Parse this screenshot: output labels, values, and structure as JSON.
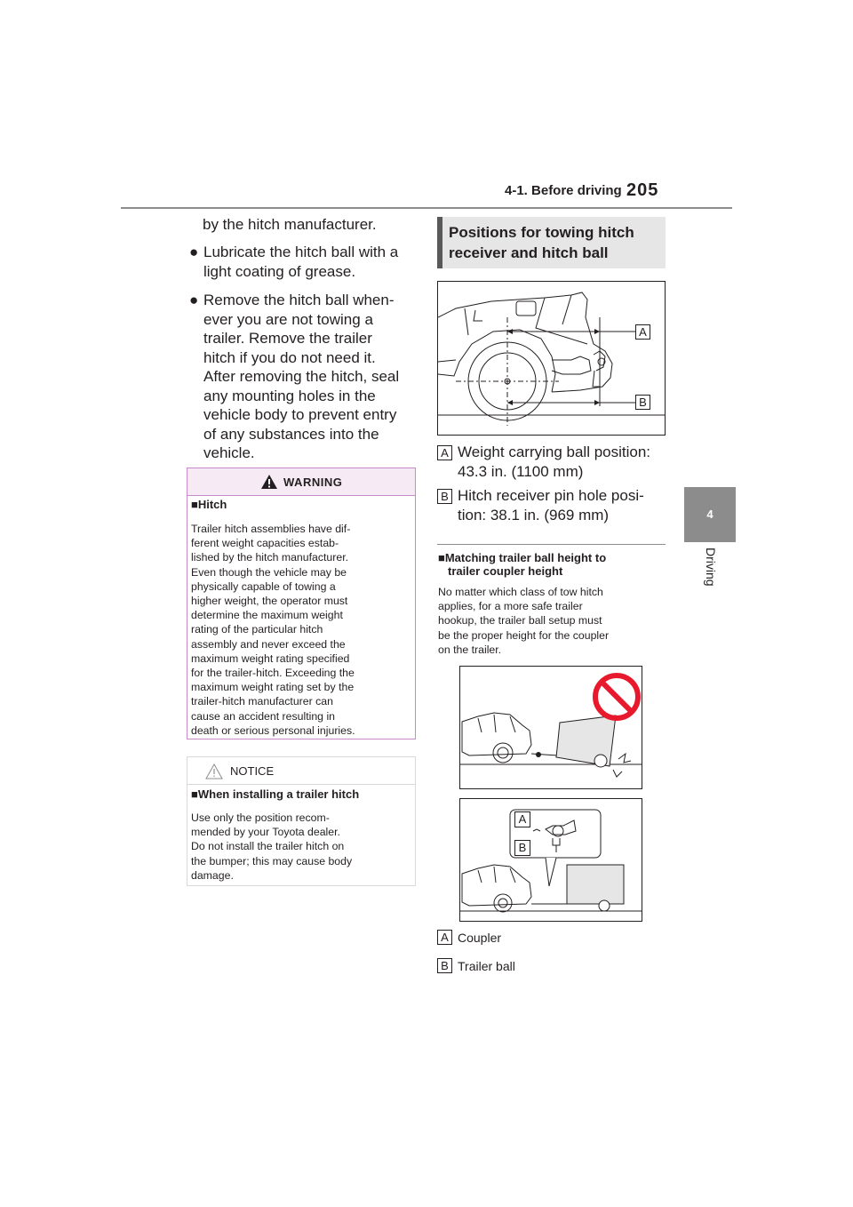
{
  "header": {
    "section": "4-1. Before driving",
    "page_number": "205"
  },
  "side_tab": {
    "chapter_number": "4",
    "chapter_label": "Driving"
  },
  "left": {
    "intro_continuation": "by the hitch manufacturer.",
    "bullets": [
      "Lubricate the hitch ball with a light coating of grease.",
      "Remove the hitch ball when-ever you are not towing a trailer. Remove the trailer hitch if you do not need it. After removing the hitch, seal any mounting holes in the vehicle body to prevent entry of any substances into the vehicle."
    ],
    "bullet_lines": [
      [
        "Lubricate the hitch ball with a",
        "light coating of grease."
      ],
      [
        "Remove the hitch ball when-",
        "ever you are not towing a",
        "trailer. Remove the trailer",
        "hitch if you do not need it.",
        "After removing the hitch, seal",
        "any mounting holes in the",
        "vehicle body to prevent entry",
        "of any substances into the",
        "vehicle."
      ]
    ],
    "warning": {
      "title": "WARNING",
      "subheading": "■Hitch",
      "lines": [
        "Trailer hitch assemblies have dif-",
        "ferent weight capacities estab-",
        "lished by the hitch manufacturer.",
        "Even though the vehicle may be",
        "physically capable of towing a",
        "higher weight, the operator must",
        "determine the maximum weight",
        "rating of the particular hitch",
        "assembly and never exceed the",
        "maximum weight rating specified",
        "for the trailer-hitch. Exceeding the",
        "maximum weight rating set by the",
        "trailer-hitch manufacturer can",
        "cause an accident resulting in",
        "death or serious personal injuries."
      ]
    },
    "notice": {
      "title": "NOTICE",
      "subheading": "■When installing a trailer hitch",
      "lines": [
        "Use only the position recom-",
        "mended by your Toyota dealer.",
        "Do not install the trailer hitch on",
        "the bumper; this may cause body",
        "damage."
      ]
    }
  },
  "right": {
    "heading_lines": [
      "Positions for towing hitch",
      "receiver and hitch ball"
    ],
    "figure1_labels": [
      "A",
      "B"
    ],
    "items": [
      {
        "marker": "A",
        "lines": [
          "Weight carrying ball position:",
          "43.3 in. (1100 mm)"
        ]
      },
      {
        "marker": "B",
        "lines": [
          "Hitch receiver pin hole posi-",
          "tion: 38.1 in. (969 mm)"
        ]
      }
    ],
    "matching": {
      "subheading_lines": [
        "■Matching trailer ball height to",
        "trailer coupler height"
      ],
      "lines": [
        "No matter which class of tow hitch",
        "applies, for a more safe trailer",
        "hookup, the trailer ball setup must",
        "be the proper height for the coupler",
        "on the trailer."
      ]
    },
    "figure3_labels": [
      "A",
      "B"
    ],
    "legend": [
      {
        "marker": "A",
        "text": "Coupler"
      },
      {
        "marker": "B",
        "text": "Trailer ball"
      }
    ]
  },
  "colors": {
    "rule": "#8c8c8c",
    "warning_border": "#c68ac6",
    "warning_fill": "#f6eaf5",
    "prohibition_red": "#e8192c",
    "heading_fill": "#e6e6e6"
  }
}
